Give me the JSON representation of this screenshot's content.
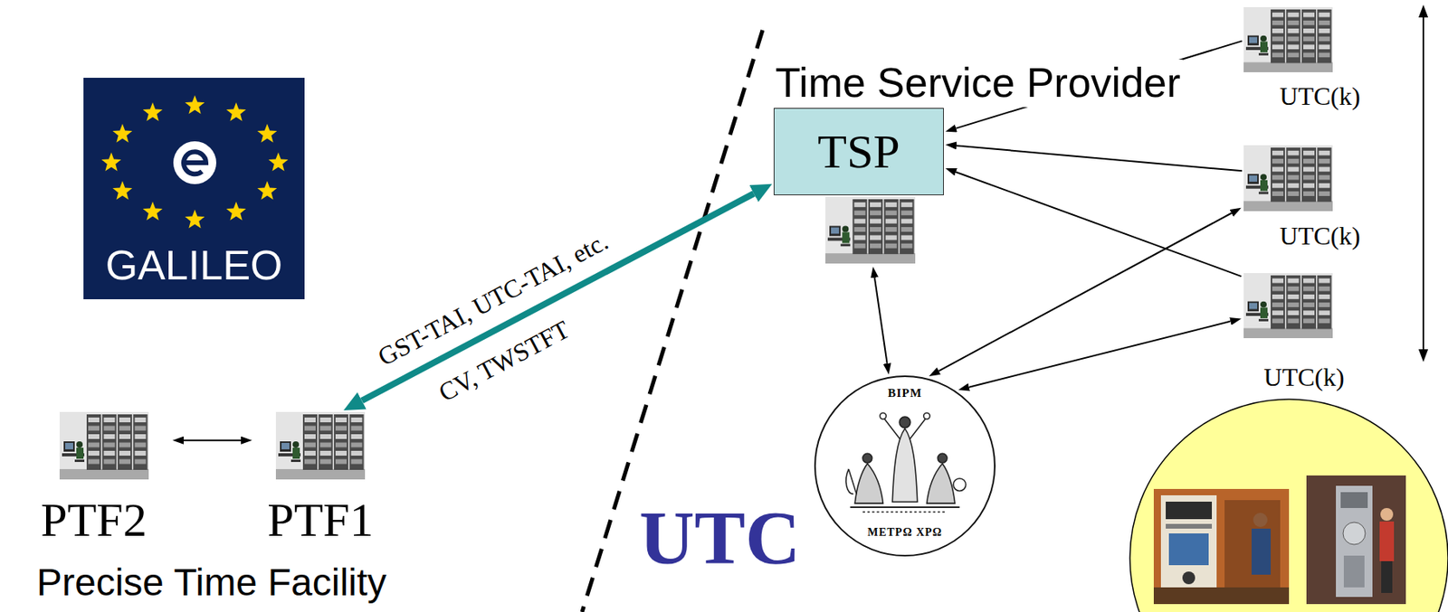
{
  "diagram": {
    "nodes": [
      {
        "text": [
          "Time Service Provider",
          "TSP"
        ]
      },
      {
        "text": [
          "UTC(k)"
        ]
      },
      {
        "text": [
          "UTC(k)"
        ]
      },
      {
        "text": [
          "UTC(k)"
        ]
      },
      {
        "text": [
          "PTF2"
        ]
      },
      {
        "text": [
          "PTF1"
        ]
      },
      {
        "text": [
          "BIPM",
          "ΜΕΤΡΩ ΧΡΩ"
        ]
      }
    ],
    "edges": [
      {
        "from": 1,
        "to": 0,
        "arrow": "to"
      },
      {
        "from": 2,
        "to": 0,
        "arrow": "to"
      },
      {
        "from": 3,
        "to": 0,
        "arrow": "to"
      },
      {
        "from": 0,
        "to": 6,
        "arrow": "both"
      },
      {
        "from": 6,
        "to": 2,
        "arrow": "both"
      },
      {
        "from": 6,
        "to": 3,
        "arrow": "both"
      },
      {
        "from": 4,
        "to": 5,
        "arrow": "both"
      },
      {
        "from": 5,
        "to": 0,
        "arrow": "both",
        "label": "GST-TAI, UTC-TAI, etc."
      }
    ],
    "labels": [
      "GALILEO",
      "CV, TWSTFT",
      "Precise Time Facility",
      "UTC"
    ]
  }
}
